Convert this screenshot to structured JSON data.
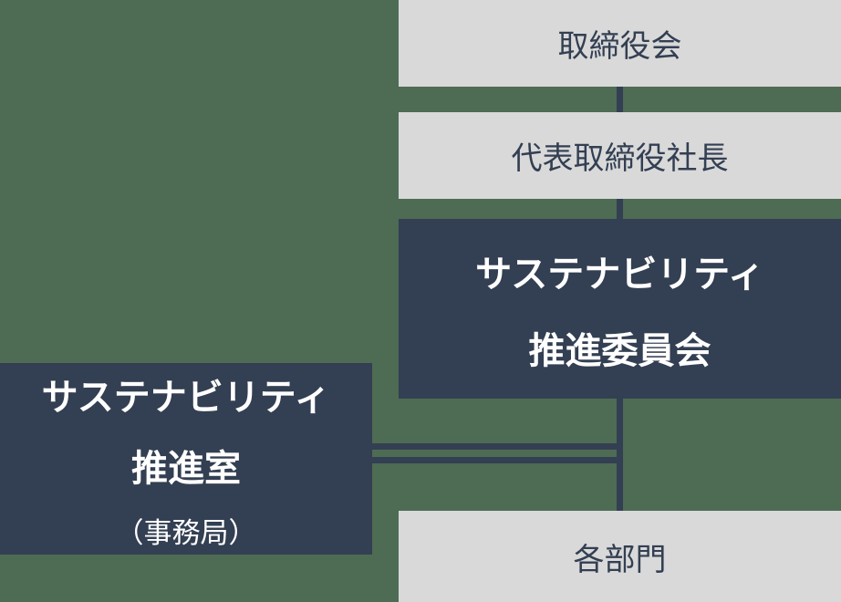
{
  "colors": {
    "background": "#4e6b54",
    "box_light": "#d9d9d9",
    "box_dark": "#333f52",
    "line": "#333f52",
    "text_dark": "#333f52",
    "text_light": "#ffffff"
  },
  "nodes": {
    "board": {
      "label": "取締役会"
    },
    "president": {
      "label": "代表取締役社長"
    },
    "committee": {
      "label_line1": "サステナビリティ",
      "label_line2": "推進委員会"
    },
    "office": {
      "label_line1": "サステナビリティ",
      "label_line2": "推進室",
      "label_line3": "（事務局）"
    },
    "departments": {
      "label": "各部門"
    }
  },
  "edges": [
    {
      "from": "board",
      "to": "president",
      "style": "single"
    },
    {
      "from": "president",
      "to": "committee",
      "style": "single"
    },
    {
      "from": "committee",
      "to": "departments",
      "style": "single"
    },
    {
      "from": "office",
      "to": "committee-departments-trunk",
      "style": "double"
    }
  ]
}
